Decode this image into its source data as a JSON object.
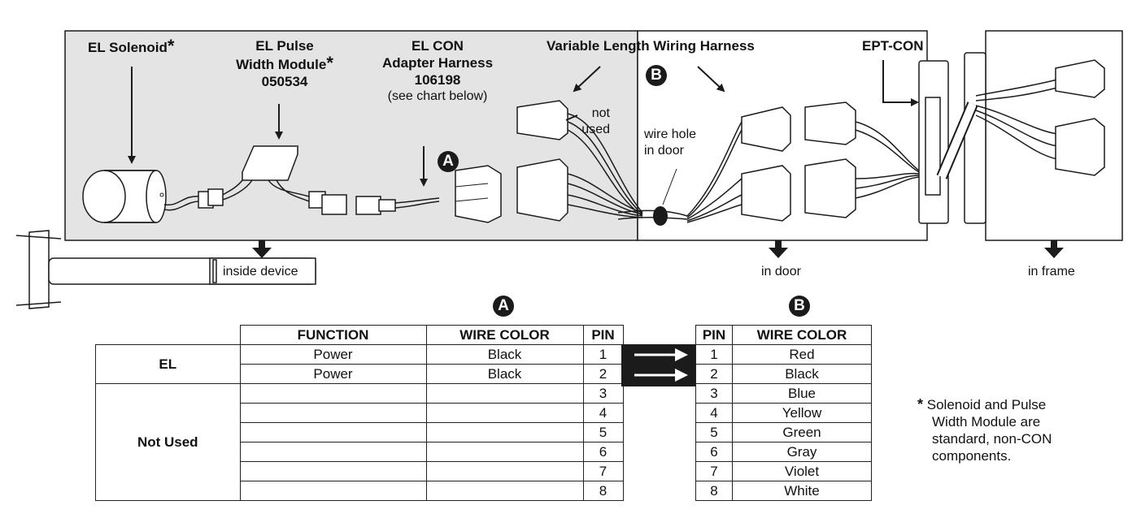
{
  "labels": {
    "el_solenoid": "EL Solenoid",
    "pwm_line1": "EL Pulse",
    "pwm_line2": "Width Module",
    "pwm_part": "050534",
    "con_line1": "EL CON",
    "con_line2": "Adapter Harness",
    "con_part": "106198",
    "con_note": "(see chart below)",
    "harness": "Variable Length Wiring Harness",
    "ept": "EPT-CON",
    "not_used_1": "not",
    "not_used_2": "used",
    "wire_hole_1": "wire hole",
    "wire_hole_2": "in door",
    "inside_device": "inside device",
    "in_door": "in door",
    "in_frame": "in frame",
    "asterisk": "*",
    "marker_a": "A",
    "marker_b": "B"
  },
  "table_a": {
    "headers": [
      "FUNCTION",
      "WIRE COLOR",
      "PIN"
    ],
    "group_el": "EL",
    "group_not_used": "Not Used",
    "rows": [
      {
        "function": "Power",
        "color": "Black",
        "pin": "1"
      },
      {
        "function": "Power",
        "color": "Black",
        "pin": "2"
      },
      {
        "function": "",
        "color": "",
        "pin": "3"
      },
      {
        "function": "",
        "color": "",
        "pin": "4"
      },
      {
        "function": "",
        "color": "",
        "pin": "5"
      },
      {
        "function": "",
        "color": "",
        "pin": "6"
      },
      {
        "function": "",
        "color": "",
        "pin": "7"
      },
      {
        "function": "",
        "color": "",
        "pin": "8"
      }
    ]
  },
  "table_b": {
    "headers": [
      "PIN",
      "WIRE COLOR"
    ],
    "rows": [
      {
        "pin": "1",
        "color": "Red"
      },
      {
        "pin": "2",
        "color": "Black"
      },
      {
        "pin": "3",
        "color": "Blue"
      },
      {
        "pin": "4",
        "color": "Yellow"
      },
      {
        "pin": "5",
        "color": "Green"
      },
      {
        "pin": "6",
        "color": "Gray"
      },
      {
        "pin": "7",
        "color": "Violet"
      },
      {
        "pin": "8",
        "color": "White"
      }
    ]
  },
  "footnote": {
    "star": "*",
    "line1": "Solenoid and Pulse",
    "line2": "Width Module are",
    "line3": "standard, non-CON",
    "line4": "components."
  },
  "colors": {
    "shade": "#e4e4e4",
    "ink": "#1b1b1b"
  }
}
